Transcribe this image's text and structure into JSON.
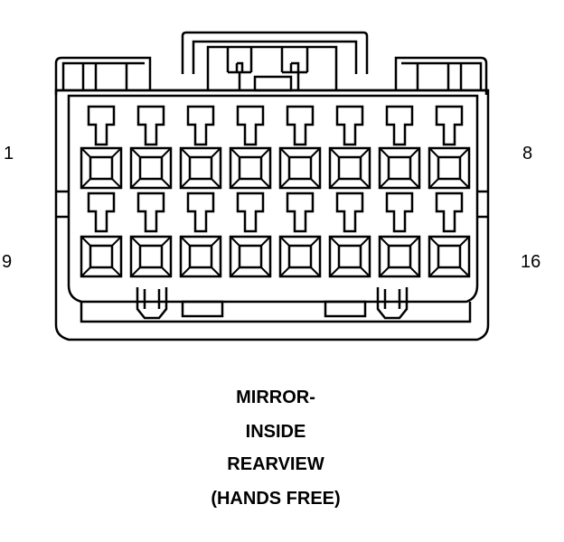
{
  "pin_labels": {
    "row1_left": "1",
    "row1_right": "8",
    "row2_left": "9",
    "row2_right": "16"
  },
  "connector": {
    "pins_per_row": 8,
    "rows": 2
  },
  "caption": {
    "line1": "MIRROR-",
    "line2": "INSIDE",
    "line3": "REARVIEW",
    "line4": "(HANDS FREE)"
  },
  "colors": {
    "stroke": "#000000",
    "background": "#ffffff"
  }
}
